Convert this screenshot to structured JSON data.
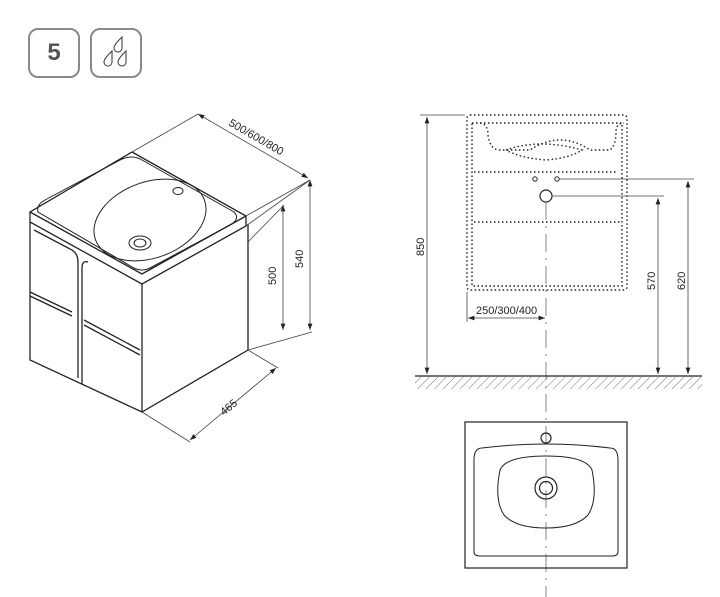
{
  "badges": {
    "number": "5",
    "drops_icon": "water-drops-icon"
  },
  "left_view": {
    "width_label": "500/600/800",
    "height_540": "540",
    "height_500": "500",
    "depth_label": "465"
  },
  "front_view": {
    "height_850": "850",
    "height_570": "570",
    "height_620": "620",
    "offset_label": "250/300/400"
  }
}
